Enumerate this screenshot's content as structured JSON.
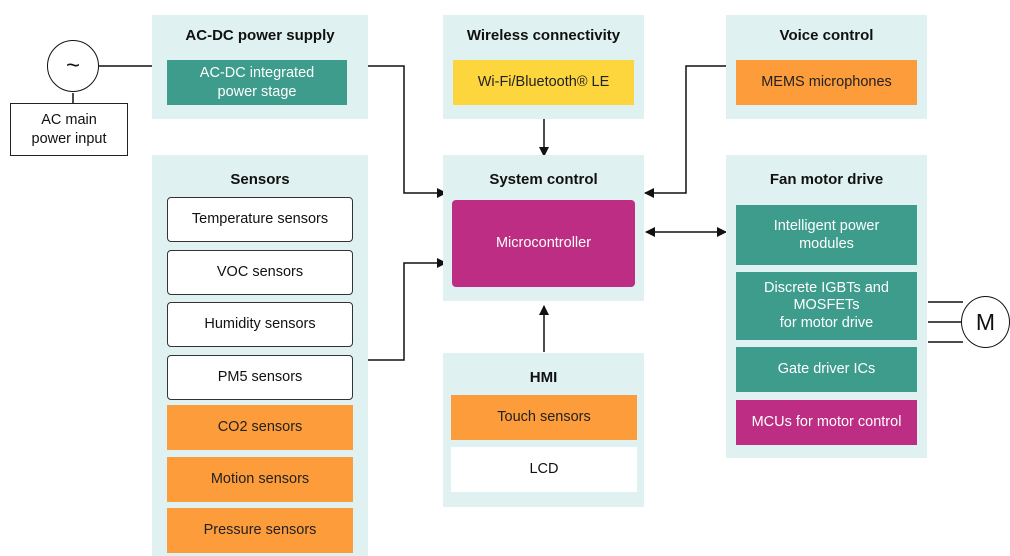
{
  "ac_input": {
    "label": "AC main\npower input",
    "symbol": "~"
  },
  "power_supply": {
    "title": "AC-DC power supply",
    "item": "AC-DC integrated\npower stage"
  },
  "wireless": {
    "title": "Wireless connectivity",
    "item": "Wi-Fi/Bluetooth® LE"
  },
  "voice": {
    "title": "Voice control",
    "item": "MEMS microphones"
  },
  "sensors": {
    "title": "Sensors",
    "items": [
      "Temperature sensors",
      "VOC sensors",
      "Humidity sensors",
      "PM5 sensors",
      "CO2 sensors",
      "Motion sensors",
      "Pressure sensors"
    ]
  },
  "system_control": {
    "title": "System control",
    "item": "Microcontroller"
  },
  "hmi": {
    "title": "HMI",
    "items": [
      "Touch sensors",
      "LCD"
    ]
  },
  "fan_motor": {
    "title": "Fan motor drive",
    "items": [
      "Intelligent power\nmodules",
      "Discrete IGBTs and\nMOSFETs\nfor motor drive",
      "Gate driver ICs",
      "MCUs for motor control"
    ]
  },
  "motor": {
    "symbol": "M"
  },
  "colors": {
    "panel": "#dff1f0",
    "orange": "#fd9c3a",
    "teal": "#3d9c8c",
    "magenta": "#bd2d83",
    "yellow": "#fdd63d"
  }
}
